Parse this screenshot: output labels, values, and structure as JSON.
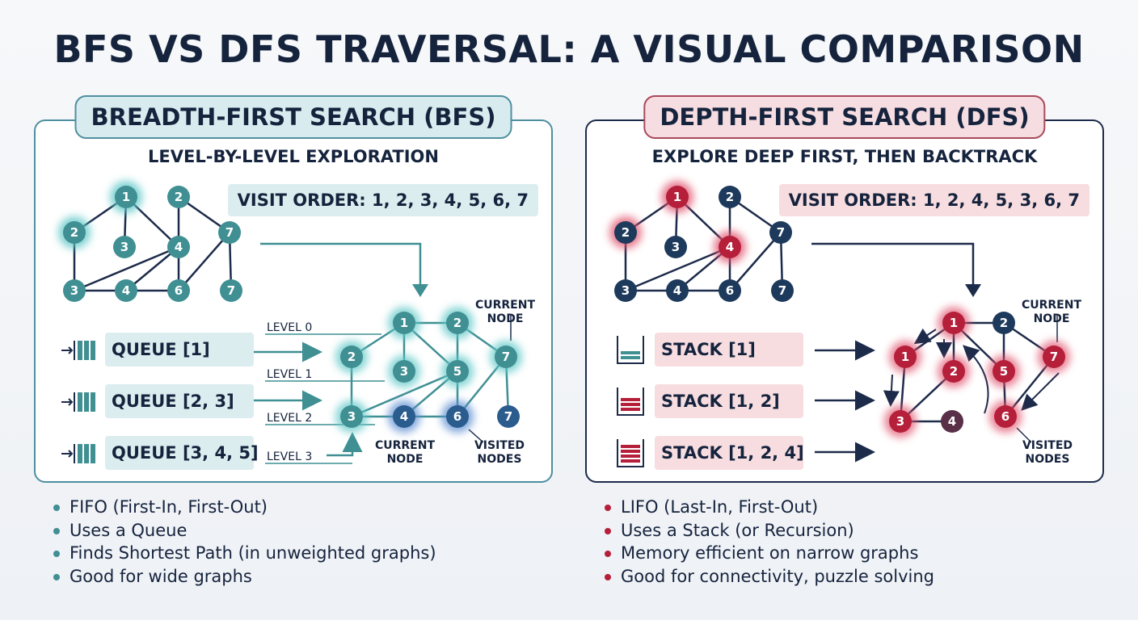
{
  "title": "BFS VS DFS TRAVERSAL: A VISUAL COMPARISON",
  "bfs": {
    "heading": "BREADTH-FIRST SEARCH (BFS)",
    "subtitle": "LEVEL-BY-LEVEL EXPLORATION",
    "visit_order": "VISIT ORDER:  1, 2, 3, 4, 5, 6, 7",
    "queues": [
      "QUEUE [1]",
      "QUEUE [2, 3]",
      "QUEUE [3, 4, 5]"
    ],
    "levels": [
      "LEVEL 0",
      "LEVEL 1",
      "LEVEL 2",
      "LEVEL 3"
    ],
    "current_node_label_top": "CURRENT NODE",
    "current_node_label_bottom": "CURRENT NODE",
    "visited_nodes_label": "VISITED NODES",
    "bullets": [
      "FIFO (First-In, First-Out)",
      "Uses a Queue",
      "Finds Shortest Path (in unweighted graphs)",
      "Good for wide graphs"
    ],
    "graph1_labels": [
      "1",
      "2",
      "2",
      "3",
      "4",
      "7",
      "3",
      "4",
      "6",
      "7"
    ],
    "graph2_labels": [
      "1",
      "2",
      "2",
      "7",
      "3",
      "5",
      "3",
      "4",
      "6",
      "7"
    ]
  },
  "dfs": {
    "heading": "DEPTH-FIRST SEARCH (DFS)",
    "subtitle": "EXPLORE DEEP FIRST, THEN BACKTRACK",
    "visit_order": "VISIT ORDER:  1, 2, 4, 5, 3, 6, 7",
    "stacks": [
      "STACK [1]",
      "STACK [1, 2]",
      "STACK [1, 2, 4]"
    ],
    "current_node_label": "CURRENT NODE",
    "visited_nodes_label": "VISITED NODES",
    "bullets": [
      "LIFO (Last-In, First-Out)",
      "Uses a Stack (or Recursion)",
      "Memory efficient on narrow graphs",
      "Good for connectivity, puzzle solving"
    ],
    "graph1_labels": [
      "1",
      "2",
      "2",
      "3",
      "4",
      "7",
      "3",
      "4",
      "6",
      "7"
    ],
    "graph2_labels": [
      "1",
      "2",
      "1",
      "2",
      "5",
      "7",
      "3",
      "4",
      "6"
    ]
  },
  "colors": {
    "navy": "#1d2b4a",
    "teal": "#3f8f93",
    "crimson": "#b51f3a",
    "bfs_box": "#dcedef",
    "dfs_box": "#f7dde0"
  }
}
